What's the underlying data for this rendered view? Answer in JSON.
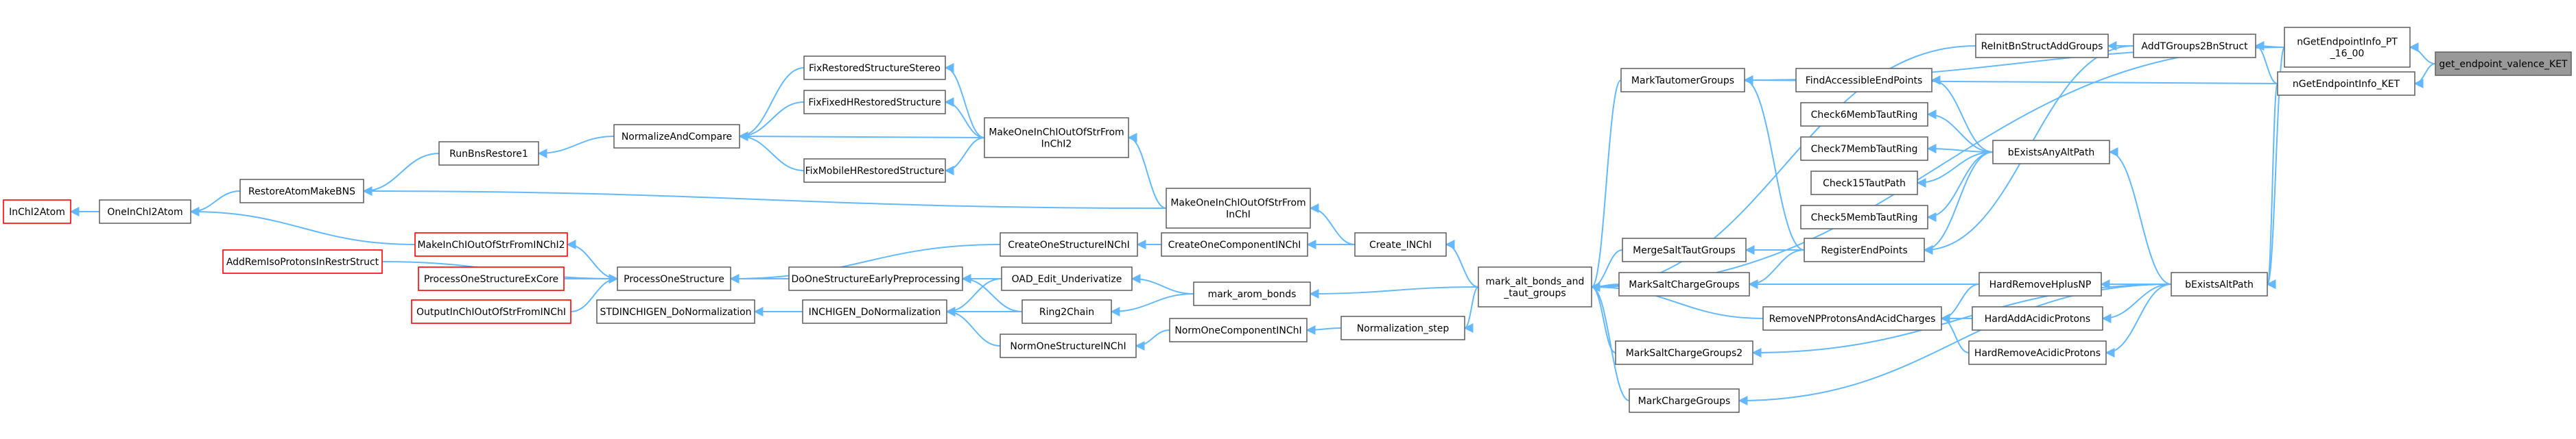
{
  "nodes": [
    {
      "id": "inchi2atom",
      "lines": [
        "InChI2Atom"
      ],
      "style": "red"
    },
    {
      "id": "oneinchi2atom",
      "lines": [
        "OneInChI2Atom"
      ],
      "style": "normal"
    },
    {
      "id": "restoreatommakebns",
      "lines": [
        "RestoreAtomMakeBNS"
      ],
      "style": "normal"
    },
    {
      "id": "runbnsrestore1",
      "lines": [
        "RunBnsRestore1"
      ],
      "style": "normal"
    },
    {
      "id": "normalizeandcompare",
      "lines": [
        "NormalizeAndCompare"
      ],
      "style": "normal"
    },
    {
      "id": "fixrestoredstructurestereo",
      "lines": [
        "FixRestoredStructureStereo"
      ],
      "style": "normal"
    },
    {
      "id": "fixfixedhrestoredstructure",
      "lines": [
        "FixFixedHRestoredStructure"
      ],
      "style": "normal"
    },
    {
      "id": "fixmobilehrestoredstructure",
      "lines": [
        "FixMobileHRestoredStructure"
      ],
      "style": "normal"
    },
    {
      "id": "makeoneinchioutofstrfrominchi2",
      "lines": [
        "MakeOneInChIOutOfStrFrom",
        "InChI2"
      ],
      "style": "normal"
    },
    {
      "id": "makeoneinchioutofstrfrominchi",
      "lines": [
        "MakeOneInChIOutOfStrFrom",
        "InChI"
      ],
      "style": "normal"
    },
    {
      "id": "makeinchioutofstrfrominchi2",
      "lines": [
        "MakeInChIOutOfStrFromINChI2"
      ],
      "style": "red"
    },
    {
      "id": "addremisoprotonsinrestrstruct",
      "lines": [
        "AddRemIsoProtonsInRestrStruct"
      ],
      "style": "red"
    },
    {
      "id": "processonestructureexcore",
      "lines": [
        "ProcessOneStructureExCore"
      ],
      "style": "red"
    },
    {
      "id": "outputinchioutofstrfrominchi",
      "lines": [
        "OutputInChIOutOfStrFromINChI"
      ],
      "style": "red"
    },
    {
      "id": "processonestructure",
      "lines": [
        "ProcessOneStructure"
      ],
      "style": "normal"
    },
    {
      "id": "stdinchigen_donormalization",
      "lines": [
        "STDINCHIGEN_DoNormalization"
      ],
      "style": "normal"
    },
    {
      "id": "inchigen_donormalization",
      "lines": [
        "INCHIGEN_DoNormalization"
      ],
      "style": "normal"
    },
    {
      "id": "doonestructureearlypreprocessing",
      "lines": [
        "DoOneStructureEarlyPreprocessing"
      ],
      "style": "normal"
    },
    {
      "id": "createonestructureinchi",
      "lines": [
        "CreateOneStructureINChI"
      ],
      "style": "normal"
    },
    {
      "id": "createonecomponentinchi",
      "lines": [
        "CreateOneComponentINChI"
      ],
      "style": "normal"
    },
    {
      "id": "oad_edit_underivatize",
      "lines": [
        "OAD_Edit_Underivatize"
      ],
      "style": "normal"
    },
    {
      "id": "ring2chain",
      "lines": [
        "Ring2Chain"
      ],
      "style": "normal"
    },
    {
      "id": "normonestructureinchi",
      "lines": [
        "NormOneStructureINChI"
      ],
      "style": "normal"
    },
    {
      "id": "normonecomponentinchi",
      "lines": [
        "NormOneComponentINChI"
      ],
      "style": "normal"
    },
    {
      "id": "create_inchi",
      "lines": [
        "Create_INChI"
      ],
      "style": "normal"
    },
    {
      "id": "mark_arom_bonds",
      "lines": [
        "mark_arom_bonds"
      ],
      "style": "normal"
    },
    {
      "id": "normalization_step",
      "lines": [
        "Normalization_step"
      ],
      "style": "normal"
    },
    {
      "id": "mark_alt_bonds_and_taut_groups",
      "lines": [
        "mark_alt_bonds_and",
        "_taut_groups"
      ],
      "style": "normal"
    },
    {
      "id": "marktautomergroups",
      "lines": [
        "MarkTautomerGroups"
      ],
      "style": "normal"
    },
    {
      "id": "mergesalttautgroups",
      "lines": [
        "MergeSaltTautGroups"
      ],
      "style": "normal"
    },
    {
      "id": "marksaltchargegroups",
      "lines": [
        "MarkSaltChargeGroups"
      ],
      "style": "normal"
    },
    {
      "id": "marksaltchargegroups2",
      "lines": [
        "MarkSaltChargeGroups2"
      ],
      "style": "normal"
    },
    {
      "id": "markchargegroups",
      "lines": [
        "MarkChargeGroups"
      ],
      "style": "normal"
    },
    {
      "id": "findaccessibleendpoints",
      "lines": [
        "FindAccessibleEndPoints"
      ],
      "style": "normal"
    },
    {
      "id": "check6membtautring",
      "lines": [
        "Check6MembTautRing"
      ],
      "style": "normal"
    },
    {
      "id": "check7membtautring",
      "lines": [
        "Check7MembTautRing"
      ],
      "style": "normal"
    },
    {
      "id": "check15tautpath",
      "lines": [
        "Check15TautPath"
      ],
      "style": "normal"
    },
    {
      "id": "check5membtautring",
      "lines": [
        "Check5MembTautRing"
      ],
      "style": "normal"
    },
    {
      "id": "registerendpoints",
      "lines": [
        "RegisterEndPoints"
      ],
      "style": "normal"
    },
    {
      "id": "removenpprotonsandacidcharges",
      "lines": [
        "RemoveNPProtonsAndAcidCharges"
      ],
      "style": "normal"
    },
    {
      "id": "reinitbnstructaddgroups",
      "lines": [
        "ReInitBnStructAddGroups"
      ],
      "style": "normal"
    },
    {
      "id": "bexistsanyaltpath",
      "lines": [
        "bExistsAnyAltPath"
      ],
      "style": "normal"
    },
    {
      "id": "hardremovehplusnp",
      "lines": [
        "HardRemoveHplusNP"
      ],
      "style": "normal"
    },
    {
      "id": "hardaddacidicprotons",
      "lines": [
        "HardAddAcidicProtons"
      ],
      "style": "normal"
    },
    {
      "id": "hardremoveacidicprotons",
      "lines": [
        "HardRemoveAcidicProtons"
      ],
      "style": "normal"
    },
    {
      "id": "addtgroups2bnstruct",
      "lines": [
        "AddTGroups2BnStruct"
      ],
      "style": "normal"
    },
    {
      "id": "bexistsaltpath",
      "lines": [
        "bExistsAltPath"
      ],
      "style": "normal"
    },
    {
      "id": "ngetendpointinfo_pt_16_00",
      "lines": [
        "nGetEndpointInfo_PT",
        "_16_00"
      ],
      "style": "normal"
    },
    {
      "id": "ngetendpointinfo_ket",
      "lines": [
        "nGetEndpointInfo_KET"
      ],
      "style": "normal"
    },
    {
      "id": "get_endpoint_valence_ket",
      "lines": [
        "get_endpoint_valence_KET"
      ],
      "style": "root"
    }
  ],
  "edges": [
    [
      "oneinchi2atom",
      "inchi2atom"
    ],
    [
      "restoreatommakebns",
      "oneinchi2atom"
    ],
    [
      "makeinchioutofstrfrominchi2",
      "oneinchi2atom"
    ],
    [
      "runbnsrestore1",
      "restoreatommakebns"
    ],
    [
      "makeoneinchioutofstrfrominchi",
      "restoreatommakebns"
    ],
    [
      "normalizeandcompare",
      "runbnsrestore1"
    ],
    [
      "fixrestoredstructurestereo",
      "normalizeandcompare"
    ],
    [
      "fixfixedhrestoredstructure",
      "normalizeandcompare"
    ],
    [
      "fixmobilehrestoredstructure",
      "normalizeandcompare"
    ],
    [
      "makeoneinchioutofstrfrominchi2",
      "normalizeandcompare"
    ],
    [
      "makeoneinchioutofstrfrominchi2",
      "fixrestoredstructurestereo"
    ],
    [
      "makeoneinchioutofstrfrominchi2",
      "fixfixedhrestoredstructure"
    ],
    [
      "makeoneinchioutofstrfrominchi2",
      "fixmobilehrestoredstructure"
    ],
    [
      "makeoneinchioutofstrfrominchi",
      "makeoneinchioutofstrfrominchi2"
    ],
    [
      "processonestructure",
      "makeinchioutofstrfrominchi2"
    ],
    [
      "addremisoprotonsinrestrstruct",
      "processonestructure"
    ],
    [
      "processonestructureexcore",
      "processonestructure"
    ],
    [
      "outputinchioutofstrfrominchi",
      "processonestructure"
    ],
    [
      "createonestructureinchi",
      "processonestructure"
    ],
    [
      "doonestructureearlypreprocessing",
      "processonestructure"
    ],
    [
      "inchigen_donormalization",
      "stdinchigen_donormalization"
    ],
    [
      "oad_edit_underivatize",
      "doonestructureearlypreprocessing"
    ],
    [
      "ring2chain",
      "doonestructureearlypreprocessing"
    ],
    [
      "oad_edit_underivatize",
      "inchigen_donormalization"
    ],
    [
      "ring2chain",
      "inchigen_donormalization"
    ],
    [
      "normonestructureinchi",
      "inchigen_donormalization"
    ],
    [
      "createonecomponentinchi",
      "createonestructureinchi"
    ],
    [
      "mark_arom_bonds",
      "oad_edit_underivatize"
    ],
    [
      "mark_arom_bonds",
      "ring2chain"
    ],
    [
      "normonecomponentinchi",
      "normonestructureinchi"
    ],
    [
      "create_inchi",
      "createonecomponentinchi"
    ],
    [
      "create_inchi",
      "makeoneinchioutofstrfrominchi"
    ],
    [
      "normalization_step",
      "normonecomponentinchi"
    ],
    [
      "mark_alt_bonds_and_taut_groups",
      "create_inchi"
    ],
    [
      "mark_alt_bonds_and_taut_groups",
      "mark_arom_bonds"
    ],
    [
      "mark_alt_bonds_and_taut_groups",
      "normalization_step"
    ],
    [
      "marktautomergroups",
      "mark_alt_bonds_and_taut_groups"
    ],
    [
      "mergesalttautgroups",
      "mark_alt_bonds_and_taut_groups"
    ],
    [
      "marksaltchargegroups",
      "mark_alt_bonds_and_taut_groups"
    ],
    [
      "marksaltchargegroups2",
      "mark_alt_bonds_and_taut_groups"
    ],
    [
      "markchargegroups",
      "mark_alt_bonds_and_taut_groups"
    ],
    [
      "reinitbnstructaddgroups",
      "mark_alt_bonds_and_taut_groups"
    ],
    [
      "removenpprotonsandacidcharges",
      "mark_alt_bonds_and_taut_groups"
    ],
    [
      "findaccessibleendpoints",
      "marktautomergroups"
    ],
    [
      "registerendpoints",
      "marktautomergroups"
    ],
    [
      "registerendpoints",
      "mergesalttautgroups"
    ],
    [
      "registerendpoints",
      "marksaltchargegroups"
    ],
    [
      "bexistsanyaltpath",
      "findaccessibleendpoints"
    ],
    [
      "bexistsanyaltpath",
      "check6membtautring"
    ],
    [
      "bexistsanyaltpath",
      "check7membtautring"
    ],
    [
      "bexistsanyaltpath",
      "check15tautpath"
    ],
    [
      "bexistsanyaltpath",
      "check5membtautring"
    ],
    [
      "bexistsanyaltpath",
      "registerendpoints"
    ],
    [
      "addtgroups2bnstruct",
      "reinitbnstructaddgroups"
    ],
    [
      "addtgroups2bnstruct",
      "registerendpoints"
    ],
    [
      "hardremovehplusnp",
      "removenpprotonsandacidcharges"
    ],
    [
      "hardaddacidicprotons",
      "removenpprotonsandacidcharges"
    ],
    [
      "hardremoveacidicprotons",
      "removenpprotonsandacidcharges"
    ],
    [
      "bexistsaltpath",
      "bexistsanyaltpath"
    ],
    [
      "bexistsaltpath",
      "hardremovehplusnp"
    ],
    [
      "bexistsaltpath",
      "hardaddacidicprotons"
    ],
    [
      "bexistsaltpath",
      "hardremoveacidicprotons"
    ],
    [
      "bexistsaltpath",
      "marksaltchargegroups"
    ],
    [
      "bexistsaltpath",
      "marksaltchargegroups2"
    ],
    [
      "bexistsaltpath",
      "markchargegroups"
    ],
    [
      "ngetendpointinfo_pt_16_00",
      "addtgroups2bnstruct"
    ],
    [
      "ngetendpointinfo_pt_16_00",
      "marktautomergroups"
    ],
    [
      "ngetendpointinfo_pt_16_00",
      "mark_alt_bonds_and_taut_groups"
    ],
    [
      "ngetendpointinfo_pt_16_00",
      "bexistsaltpath"
    ],
    [
      "ngetendpointinfo_ket",
      "addtgroups2bnstruct"
    ],
    [
      "ngetendpointinfo_ket",
      "marktautomergroups"
    ],
    [
      "ngetendpointinfo_ket",
      "bexistsaltpath"
    ],
    [
      "get_endpoint_valence_ket",
      "ngetendpointinfo_pt_16_00"
    ],
    [
      "get_endpoint_valence_ket",
      "ngetendpointinfo_ket"
    ]
  ],
  "colors": {
    "edge": "#63b8ff",
    "node_border": "#666666",
    "node_border_truncated": "#ff0000",
    "root_fill": "#999999"
  }
}
